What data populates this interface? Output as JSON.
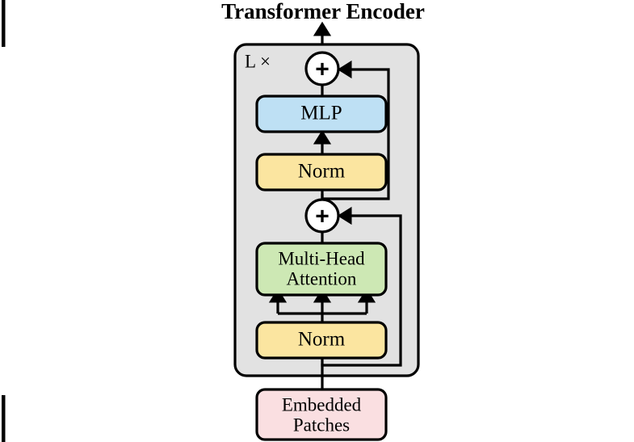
{
  "figure": {
    "title": "Transformer Encoder",
    "repeat_label": "L ×",
    "type": "diagram",
    "background_color": "#ffffff",
    "container": {
      "name": "encoder-block",
      "fill": "#e2e2e2",
      "stroke": "#000000"
    },
    "nodes": [
      {
        "id": "embedded-patches",
        "label_line1": "Embedded",
        "label_line2": "Patches",
        "fill": "#fadfe1",
        "stroke": "#000000",
        "shape": "rounded-rect"
      },
      {
        "id": "norm-lower",
        "label_line1": "Norm",
        "label_line2": "",
        "fill": "#fbe5a0",
        "stroke": "#000000",
        "shape": "rounded-rect"
      },
      {
        "id": "multi-head-attention",
        "label_line1": "Multi-Head",
        "label_line2": "Attention",
        "fill": "#cde8b4",
        "stroke": "#000000",
        "shape": "rounded-rect"
      },
      {
        "id": "add-lower",
        "label_line1": "+",
        "label_line2": "",
        "fill": "#ffffff",
        "stroke": "#000000",
        "shape": "circle"
      },
      {
        "id": "norm-upper",
        "label_line1": "Norm",
        "label_line2": "",
        "fill": "#fbe5a0",
        "stroke": "#000000",
        "shape": "rounded-rect"
      },
      {
        "id": "mlp",
        "label_line1": "MLP",
        "label_line2": "",
        "fill": "#bee0f4",
        "stroke": "#000000",
        "shape": "rounded-rect"
      },
      {
        "id": "add-upper",
        "label_line1": "+",
        "label_line2": "",
        "fill": "#ffffff",
        "stroke": "#000000",
        "shape": "circle"
      }
    ],
    "edges": [
      {
        "from": "embedded-patches",
        "to": "norm-lower",
        "style": "plain"
      },
      {
        "from": "norm-lower",
        "to": "multi-head-attention",
        "style": "three-arrow-fan"
      },
      {
        "from": "multi-head-attention",
        "to": "add-lower",
        "style": "plain"
      },
      {
        "from": "embedded-patches",
        "to": "add-lower",
        "style": "residual-right"
      },
      {
        "from": "add-lower",
        "to": "norm-upper",
        "style": "plain"
      },
      {
        "from": "norm-upper",
        "to": "mlp",
        "style": "arrow"
      },
      {
        "from": "mlp",
        "to": "add-upper",
        "style": "plain"
      },
      {
        "from": "add-lower",
        "to": "add-upper",
        "style": "residual-right"
      },
      {
        "from": "add-upper",
        "to": "output",
        "style": "arrow-up-out"
      }
    ]
  }
}
